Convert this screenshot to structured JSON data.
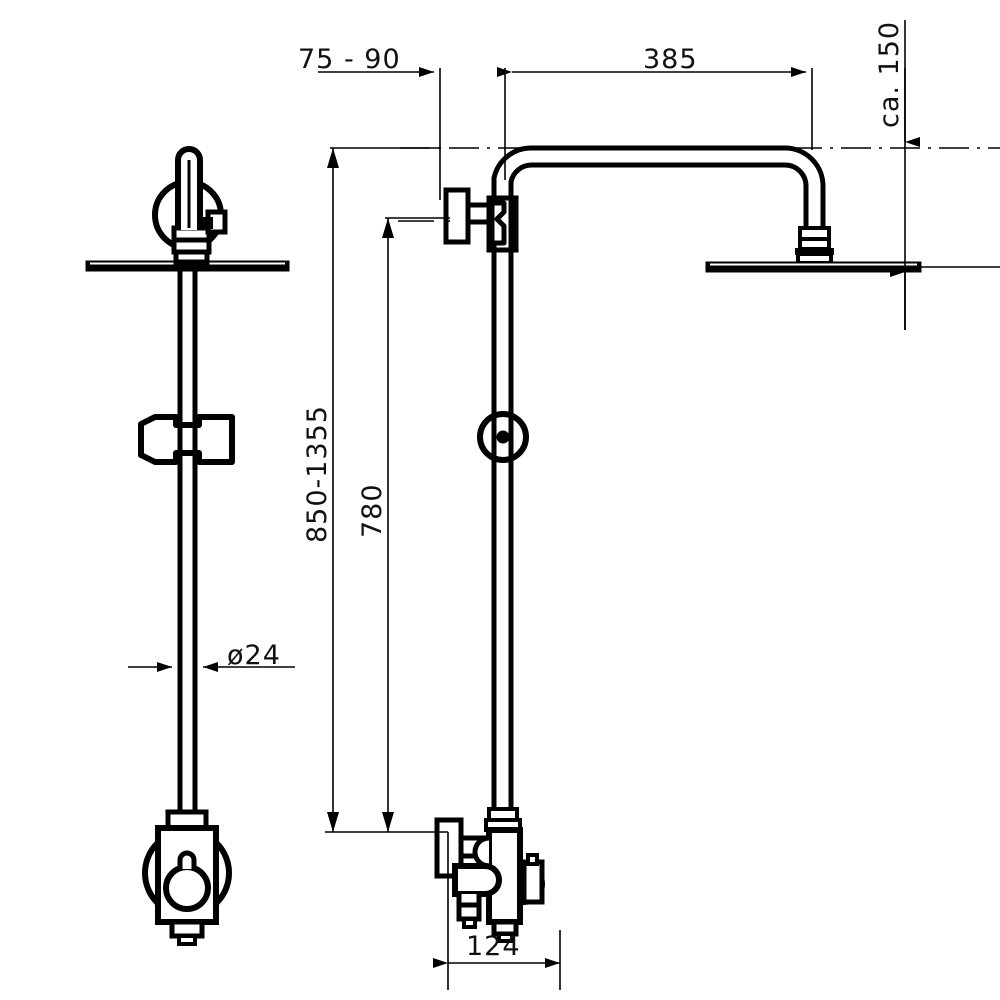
{
  "drawing": {
    "title": "Shower column technical dimension drawing",
    "type": "engineering-line-drawing",
    "units": "mm",
    "line_color": "#000000",
    "background_color": "#ffffff"
  },
  "dimensions": {
    "top_left": {
      "label": "75 - 90",
      "name": "wall-offset-range",
      "orientation": "horizontal"
    },
    "top_right": {
      "label": "385",
      "name": "arm-reach",
      "orientation": "horizontal"
    },
    "right_vertical": {
      "label": "ca. 150",
      "name": "head-drop-approx",
      "orientation": "vertical"
    },
    "left_vertical_outer": {
      "label": "850-1355",
      "name": "overall-height-range",
      "orientation": "vertical"
    },
    "left_vertical_inner": {
      "label": "780",
      "name": "bracket-spacing",
      "orientation": "vertical"
    },
    "rod_diameter": {
      "label": "ø24",
      "name": "rod-diameter",
      "orientation": "horizontal"
    },
    "bottom": {
      "label": "124",
      "name": "mixer-body-width",
      "orientation": "horizontal"
    }
  },
  "views": {
    "left": {
      "name": "side-view",
      "parts": [
        "shower-head-plate",
        "swivel-joint",
        "handle-stem",
        "vertical-rail",
        "slider-bracket",
        "mixer-valve-body",
        "control-knob"
      ]
    },
    "right": {
      "name": "front-view",
      "parts": [
        "wall-bracket-top",
        "riser-tube",
        "curved-shower-arm",
        "head-connector",
        "rain-shower-head-plate",
        "diverter-collar",
        "wall-bracket-bottom",
        "thermostatic-mixer-body",
        "hand-shower-outlet",
        "temperature-knob"
      ]
    }
  }
}
